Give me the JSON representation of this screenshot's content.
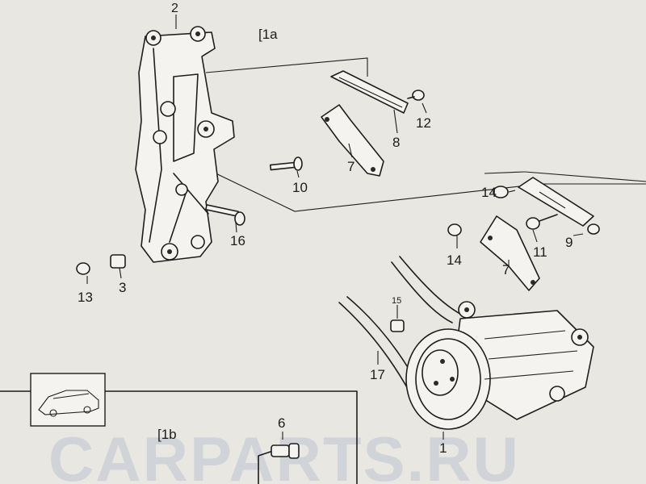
{
  "section_labels": {
    "a": "[1a",
    "b": "[1b"
  },
  "callouts": [
    {
      "id": "c2",
      "text": "2"
    },
    {
      "id": "c12",
      "text": "12"
    },
    {
      "id": "c8",
      "text": "8"
    },
    {
      "id": "c7a",
      "text": "7"
    },
    {
      "id": "c10",
      "text": "10"
    },
    {
      "id": "c16",
      "text": "16"
    },
    {
      "id": "c14a",
      "text": "14"
    },
    {
      "id": "c9",
      "text": "9"
    },
    {
      "id": "c11",
      "text": "11"
    },
    {
      "id": "c14b",
      "text": "14"
    },
    {
      "id": "c7b",
      "text": "7"
    },
    {
      "id": "c13",
      "text": "13"
    },
    {
      "id": "c3",
      "text": "3"
    },
    {
      "id": "c15",
      "text": "15"
    },
    {
      "id": "c17",
      "text": "17"
    },
    {
      "id": "c1",
      "text": "1"
    },
    {
      "id": "c6",
      "text": "6"
    }
  ],
  "watermark": "CARPARTS.RU",
  "colors": {
    "paper": "#e9e7e1",
    "ink": "#1e1e1e",
    "watermark": "#c8cdd6"
  }
}
